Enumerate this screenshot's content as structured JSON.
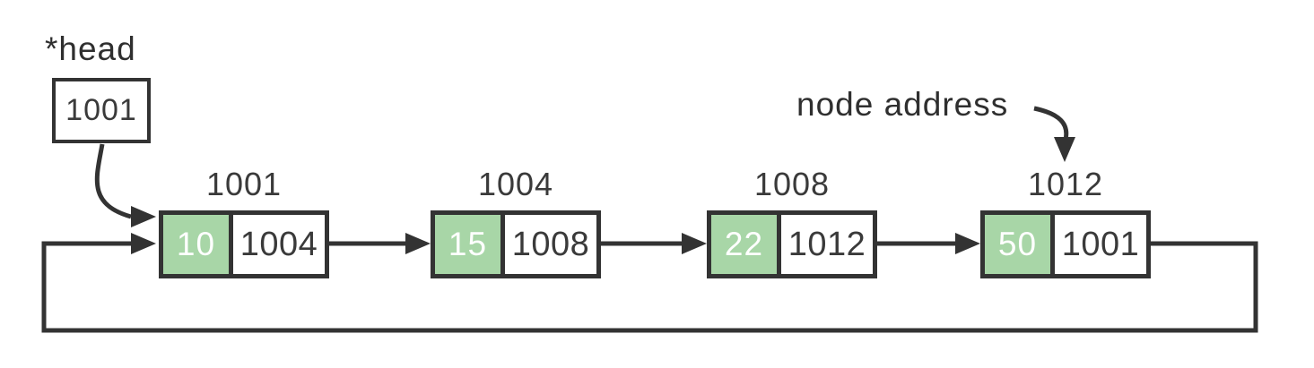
{
  "diagram": {
    "type": "circular-singly-linked-list",
    "head": {
      "label": "*head",
      "value": "1001"
    },
    "annotation": {
      "label": "node address",
      "points_to": "1012"
    },
    "nodes": [
      {
        "address": "1001",
        "data": "10",
        "next": "1004"
      },
      {
        "address": "1004",
        "data": "15",
        "next": "1008"
      },
      {
        "address": "1008",
        "data": "22",
        "next": "1012"
      },
      {
        "address": "1012",
        "data": "50",
        "next": "1001"
      }
    ],
    "colors": {
      "node_data_fill": "#a8d6a7",
      "line": "#333333",
      "data_text": "#ffffff",
      "label_text": "#333333",
      "background": "#ffffff"
    }
  }
}
